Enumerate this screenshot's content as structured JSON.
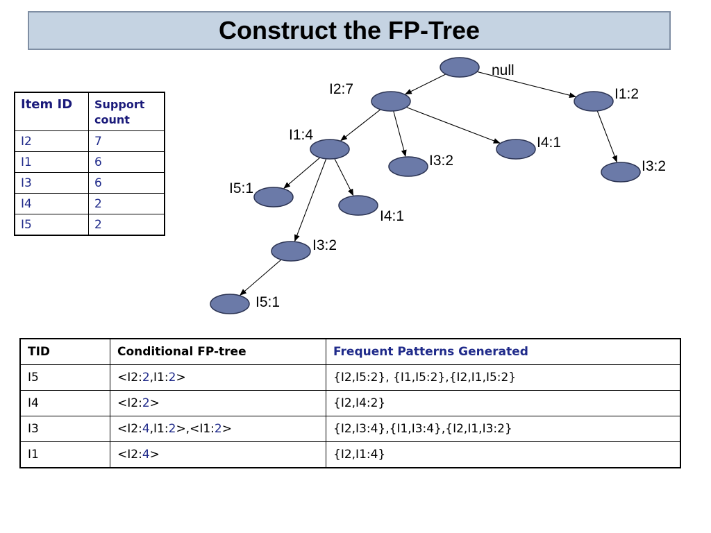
{
  "title": "Construct the FP-Tree",
  "support_table": {
    "headers": [
      "Item ID",
      "Support count"
    ],
    "rows": [
      {
        "item": "I2",
        "count": "7"
      },
      {
        "item": "I1",
        "count": "6"
      },
      {
        "item": "I3",
        "count": "6"
      },
      {
        "item": "I4",
        "count": "2"
      },
      {
        "item": "I5",
        "count": "2"
      }
    ]
  },
  "tree": {
    "nodes": [
      {
        "id": "root",
        "label": "null"
      },
      {
        "id": "i2",
        "label": "I2:7"
      },
      {
        "id": "i1b",
        "label": "I1:2"
      },
      {
        "id": "i1a",
        "label": "I1:4"
      },
      {
        "id": "i3a",
        "label": "I3:2"
      },
      {
        "id": "i4a",
        "label": "I4:1"
      },
      {
        "id": "i3c",
        "label": "I3:2"
      },
      {
        "id": "i5a",
        "label": "I5:1"
      },
      {
        "id": "i4b",
        "label": "I4:1"
      },
      {
        "id": "i3b",
        "label": "I3:2"
      },
      {
        "id": "i5b",
        "label": "I5:1"
      }
    ],
    "edges": [
      [
        "root",
        "i2"
      ],
      [
        "root",
        "i1b"
      ],
      [
        "i2",
        "i1a"
      ],
      [
        "i2",
        "i3a"
      ],
      [
        "i2",
        "i4a"
      ],
      [
        "i1b",
        "i3c"
      ],
      [
        "i1a",
        "i5a"
      ],
      [
        "i1a",
        "i4b"
      ],
      [
        "i1a",
        "i3b"
      ],
      [
        "i3b",
        "i5b"
      ]
    ]
  },
  "pattern_table": {
    "headers": [
      "TID",
      "Conditional FP-tree",
      "Frequent Patterns Generated"
    ],
    "rows": [
      {
        "tid": "I5",
        "tree": [
          [
            "<I2:",
            0
          ],
          [
            "2",
            1
          ],
          [
            ",I1:",
            0
          ],
          [
            "2",
            1
          ],
          [
            ">",
            0
          ]
        ],
        "patterns": "{I2,I5:2}, {I1,I5:2},{I2,I1,I5:2}"
      },
      {
        "tid": "I4",
        "tree": [
          [
            "<I2:",
            0
          ],
          [
            "2",
            1
          ],
          [
            ">",
            0
          ]
        ],
        "patterns": "{I2,I4:2}"
      },
      {
        "tid": "I3",
        "tree": [
          [
            "<I2:",
            0
          ],
          [
            "4",
            1
          ],
          [
            ",I1:",
            0
          ],
          [
            "2",
            1
          ],
          [
            ">,<I1:",
            0
          ],
          [
            "2",
            1
          ],
          [
            ">",
            0
          ]
        ],
        "patterns": "{I2,I3:4},{I1,I3:4},{I2,I1,I3:2}"
      },
      {
        "tid": "I1",
        "tree": [
          [
            "<I2:",
            0
          ],
          [
            "4",
            1
          ],
          [
            ">",
            0
          ]
        ],
        "patterns": "{I2,I1:4}"
      }
    ]
  },
  "colors": {
    "title_bg": "#c5d3e2",
    "node_fill": "#6b7aa8",
    "accent_text": "#1f2a8a"
  }
}
